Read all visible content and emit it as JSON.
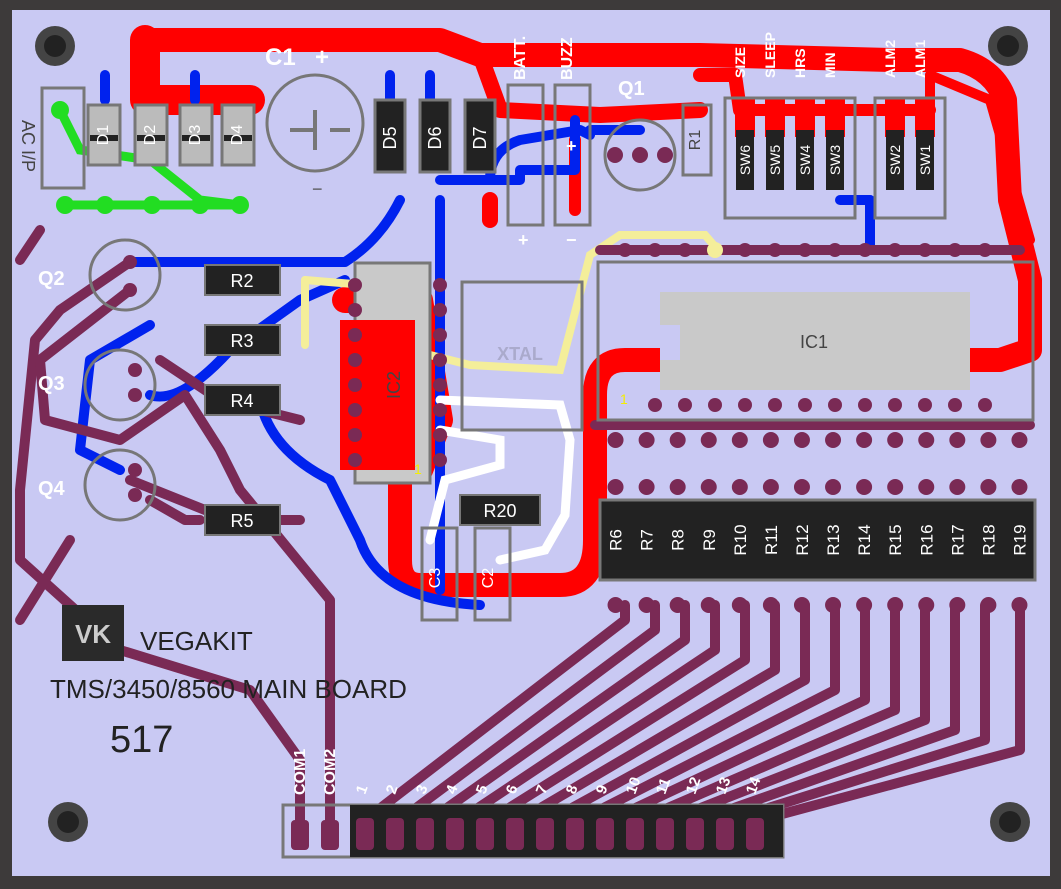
{
  "board": {
    "brand": "VEGAKIT",
    "logo_text": "VK",
    "title": "TMS/3450/8560 MAIN BOARD",
    "number": "517",
    "colors": {
      "background": "#c9c9f3",
      "frame": "#3d3a3a",
      "trace_bottom": "#7a2a55",
      "trace_top": "#ff0000",
      "trace_blue": "#0022ee",
      "trace_yellow": "#f4ee9a",
      "trace_white": "#ffffff",
      "trace_green": "#22dd22",
      "outline": "#777777",
      "part_body": "#222222",
      "part_label": "#ffffff"
    }
  },
  "labels": {
    "ac_input": "AC I/P",
    "c1": "C1",
    "c1_plus": "+",
    "c1_minus": "−",
    "batt": "BATT.",
    "buzz": "BUZZ",
    "q1": "Q1",
    "q2": "Q2",
    "q3": "Q3",
    "q4": "Q4",
    "xtal": "XTAL",
    "ic1": "IC1",
    "ic2": "IC2",
    "ic1_pin1": "1",
    "ic2_pin1": "1",
    "plus": "+",
    "minus": "−",
    "com1": "COM1",
    "com2": "COM2",
    "switch_names": [
      "SIZE",
      "SLEEP",
      "HRS",
      "MIN",
      "ALM2",
      "ALM1"
    ],
    "c3": "C3",
    "c2": "C2"
  },
  "components": {
    "diodes_bridge": [
      "D1",
      "D2",
      "D3",
      "D4"
    ],
    "diodes": [
      "D5",
      "D6",
      "D7"
    ],
    "switches": [
      "SW6",
      "SW5",
      "SW4",
      "SW3",
      "SW2",
      "SW1"
    ],
    "resistors_left": [
      "R1",
      "R2",
      "R3",
      "R4",
      "R5",
      "R20"
    ],
    "resistor_bank": [
      "R6",
      "R7",
      "R8",
      "R9",
      "R10",
      "R11",
      "R12",
      "R13",
      "R14",
      "R15",
      "R16",
      "R17",
      "R18",
      "R19"
    ],
    "connector_pins": [
      "1",
      "2",
      "3",
      "4",
      "5",
      "6",
      "7",
      "8",
      "9",
      "10",
      "11",
      "12",
      "13",
      "14"
    ]
  }
}
